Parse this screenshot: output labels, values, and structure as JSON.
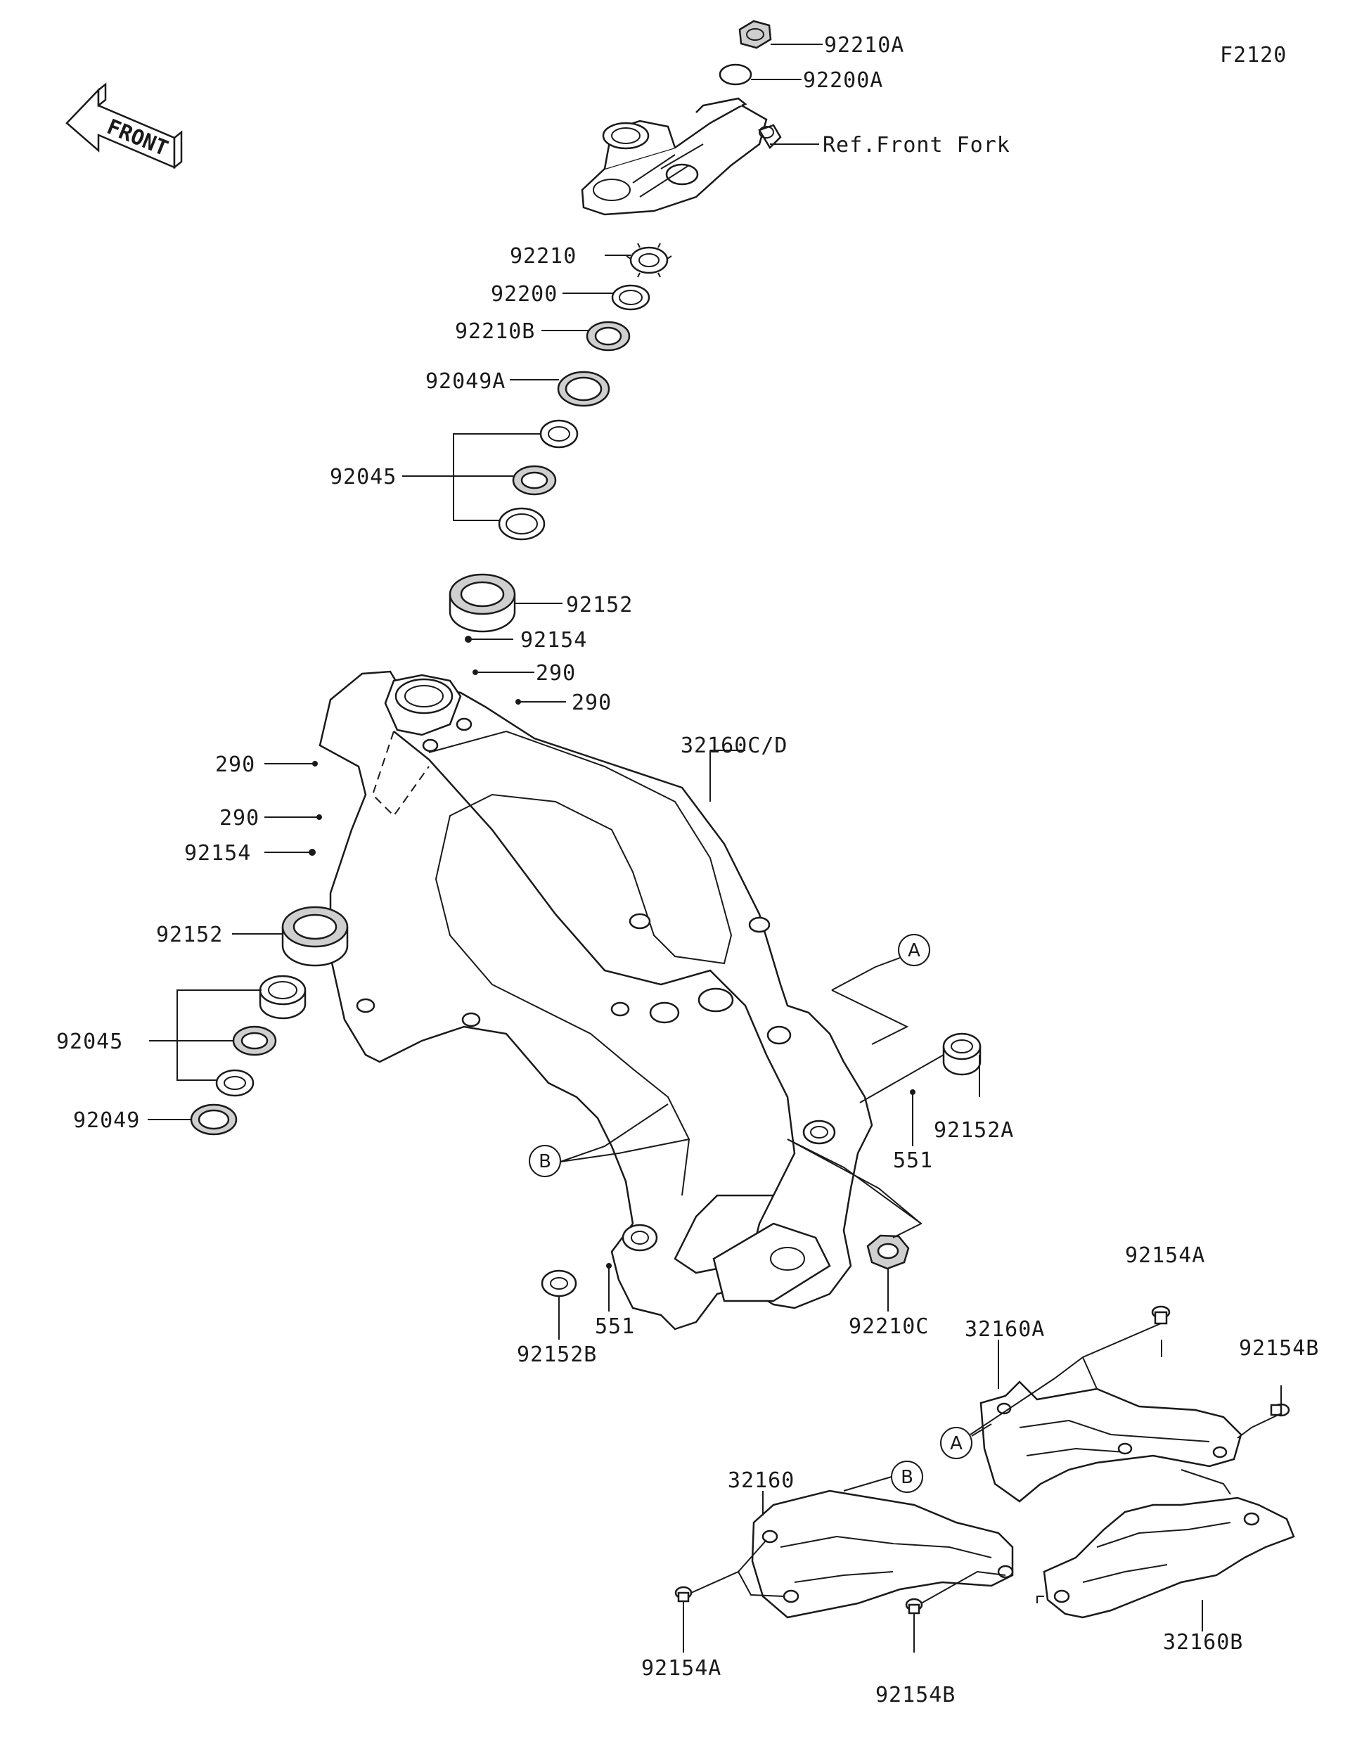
{
  "figure_code": "F2120",
  "front_label": "FRONT",
  "reference_label": "Ref.Front Fork",
  "callouts": {
    "a": "A",
    "b": "B"
  },
  "part_labels": {
    "p92210A": "92210A",
    "p92200A": "92200A",
    "p92210": "92210",
    "p92200": "92200",
    "p92210B": "92210B",
    "p92049A": "92049A",
    "p92045_upper": "92045",
    "p92152_upper": "92152",
    "p92154_upper": "92154",
    "p290_a": "290",
    "p290_b": "290",
    "p32160CD": "32160C/D",
    "p290_c": "290",
    "p290_d": "290",
    "p92154_mid": "92154",
    "p92152_lower": "92152",
    "p92045_lower": "92045",
    "p92049": "92049",
    "p92152A": "92152A",
    "p551_right": "551",
    "p551_left": "551",
    "p92152B": "92152B",
    "p92210C": "92210C",
    "p92154A_right": "92154A",
    "p32160A": "32160A",
    "p92154B_right": "92154B",
    "p32160": "32160",
    "p92154A_bottom": "92154A",
    "p92154B_bottom": "92154B",
    "p32160B": "32160B"
  }
}
